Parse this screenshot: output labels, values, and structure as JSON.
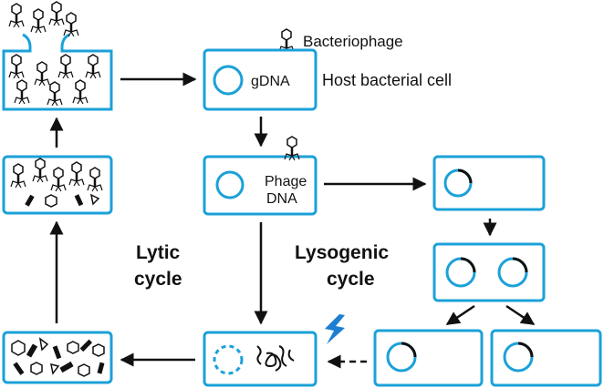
{
  "colors": {
    "cell_border": "#1ba1d8",
    "dna_circle": "#1ba1d8",
    "arrow": "#111111",
    "lightning": "#1d7fd1",
    "phage": "#111111"
  },
  "legend": {
    "phage_label": "Bacteriophage",
    "cell_label": "Host bacterial cell"
  },
  "cell_labels": {
    "gdna": "gDNA",
    "phage_line1": "Phage",
    "phage_line2": "DNA"
  },
  "cycles": {
    "lytic_line1": "Lytic",
    "lytic_line2": "cycle",
    "lysogenic_line1": "Lysogenic",
    "lysogenic_line2": "cycle"
  },
  "icons": [
    "bacteriophage-icon",
    "lightning-bolt-icon",
    "dna-circle-icon"
  ]
}
